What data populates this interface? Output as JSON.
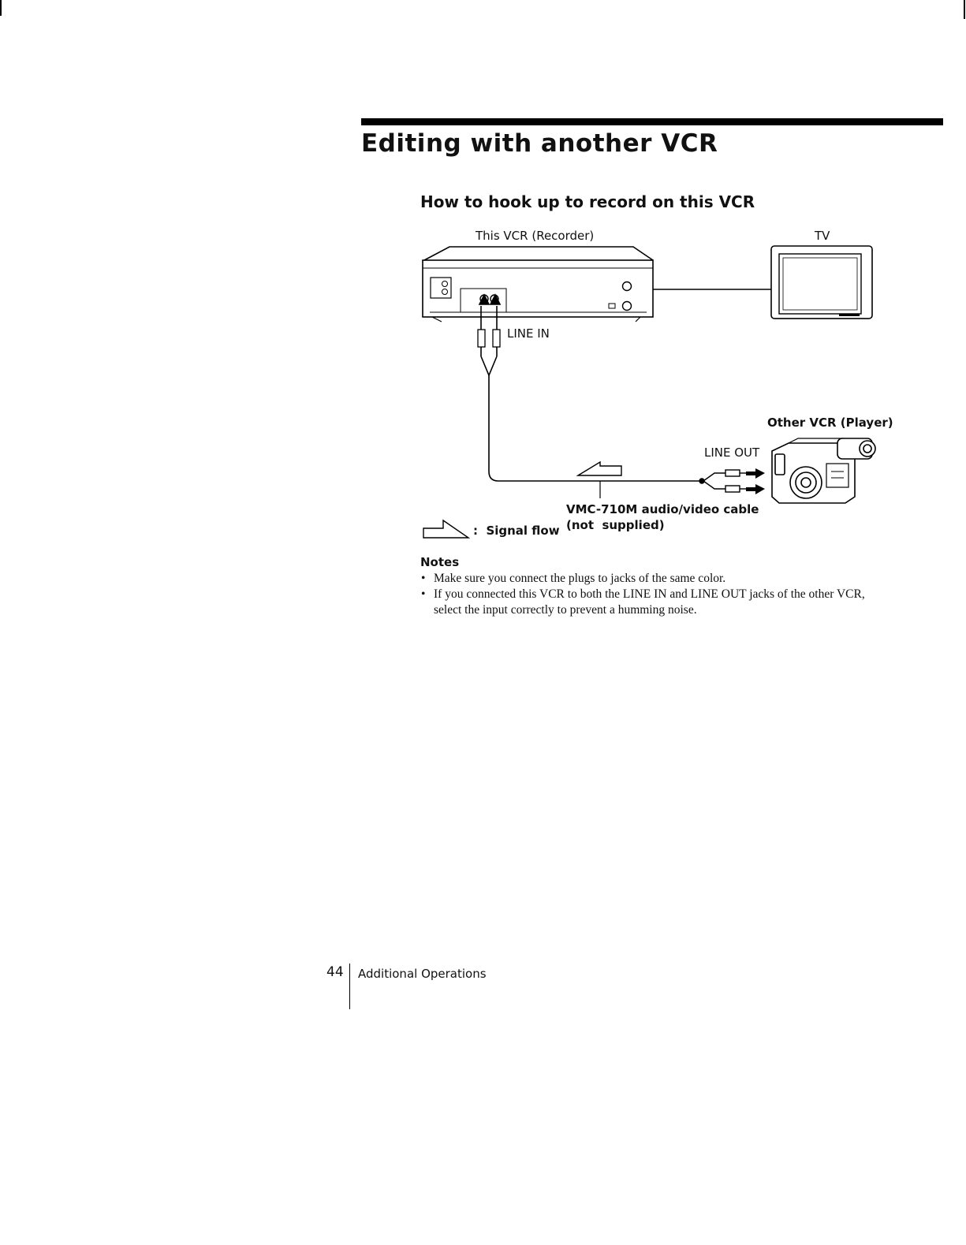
{
  "page": {
    "title": "Editing with another VCR",
    "section_title": "How to hook up to record on this VCR"
  },
  "diagram": {
    "recorder_label": "This VCR (Recorder)",
    "tv_label": "TV",
    "line_in_label": "LINE IN",
    "player_label": "Other VCR (Player)",
    "line_out_label": "LINE OUT",
    "cable_label_line1": "VMC-710M audio/video cable",
    "cable_label_line2": "(not  supplied)",
    "signal_flow_label": ":  Signal flow"
  },
  "notes": {
    "heading": "Notes",
    "items": [
      "Make sure you connect the plugs to jacks of the same color.",
      "If you connected this VCR to both the LINE IN and LINE OUT jacks of the other VCR, select the input correctly to prevent a humming noise."
    ]
  },
  "footer": {
    "page_number": "44",
    "section": "Additional Operations"
  }
}
